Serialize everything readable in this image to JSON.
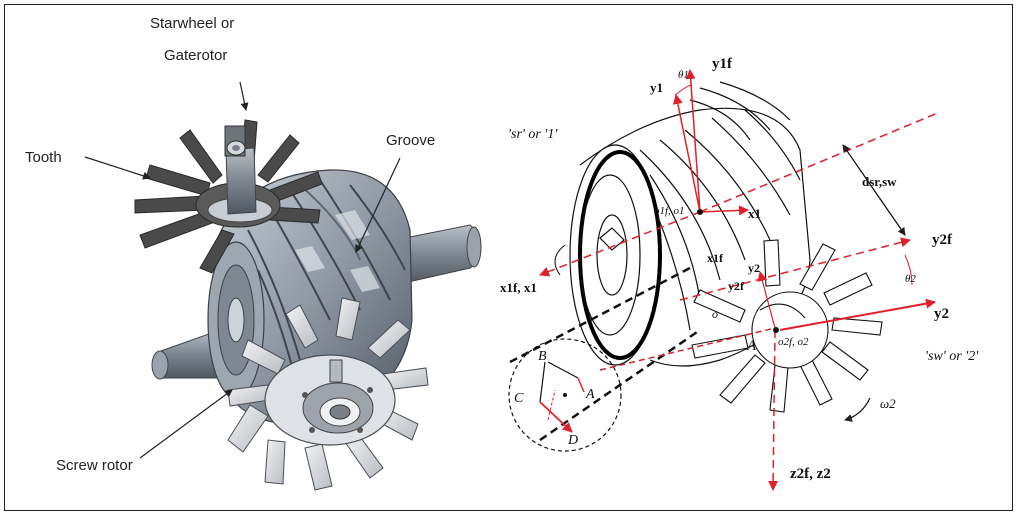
{
  "left_figure": {
    "labels": {
      "starwheel_line1": "Starwheel or",
      "starwheel_line2": "Gaterotor",
      "tooth": "Tooth",
      "groove": "Groove",
      "screw_rotor": "Screw rotor"
    },
    "colors": {
      "gaterotor": "#4a4a4a",
      "screw_body": "#8f98a3",
      "screw_dark": "#5d6671",
      "shaft": "#7d8590"
    }
  },
  "right_figure": {
    "labels": {
      "y1f": "y1f",
      "y1": "y1",
      "theta1": "θ1",
      "sr_or_1": "'sr' or '1'",
      "d_sr_sw": "dsr,sw",
      "o1f_o1": "o1f, o1",
      "x1": "x1",
      "x1f_x1_left": "x1f, x1",
      "x1f_mid": "x1f",
      "y2": "y2",
      "y2f_mid": "y2f",
      "y2f_right": "y2f",
      "theta2": "θ2",
      "y2_right": "y2",
      "o": "o",
      "A_main": "A",
      "o2f_o2": "o2f, o2",
      "sw_or_2": "'sw' or '2'",
      "omega2": "ω2",
      "z2f_z2": "z2f, z2",
      "B": "B",
      "C": "C",
      "A_inset": "A",
      "D": "D"
    },
    "colors": {
      "axis_red": "#e0202a",
      "line_black": "#111111"
    }
  }
}
